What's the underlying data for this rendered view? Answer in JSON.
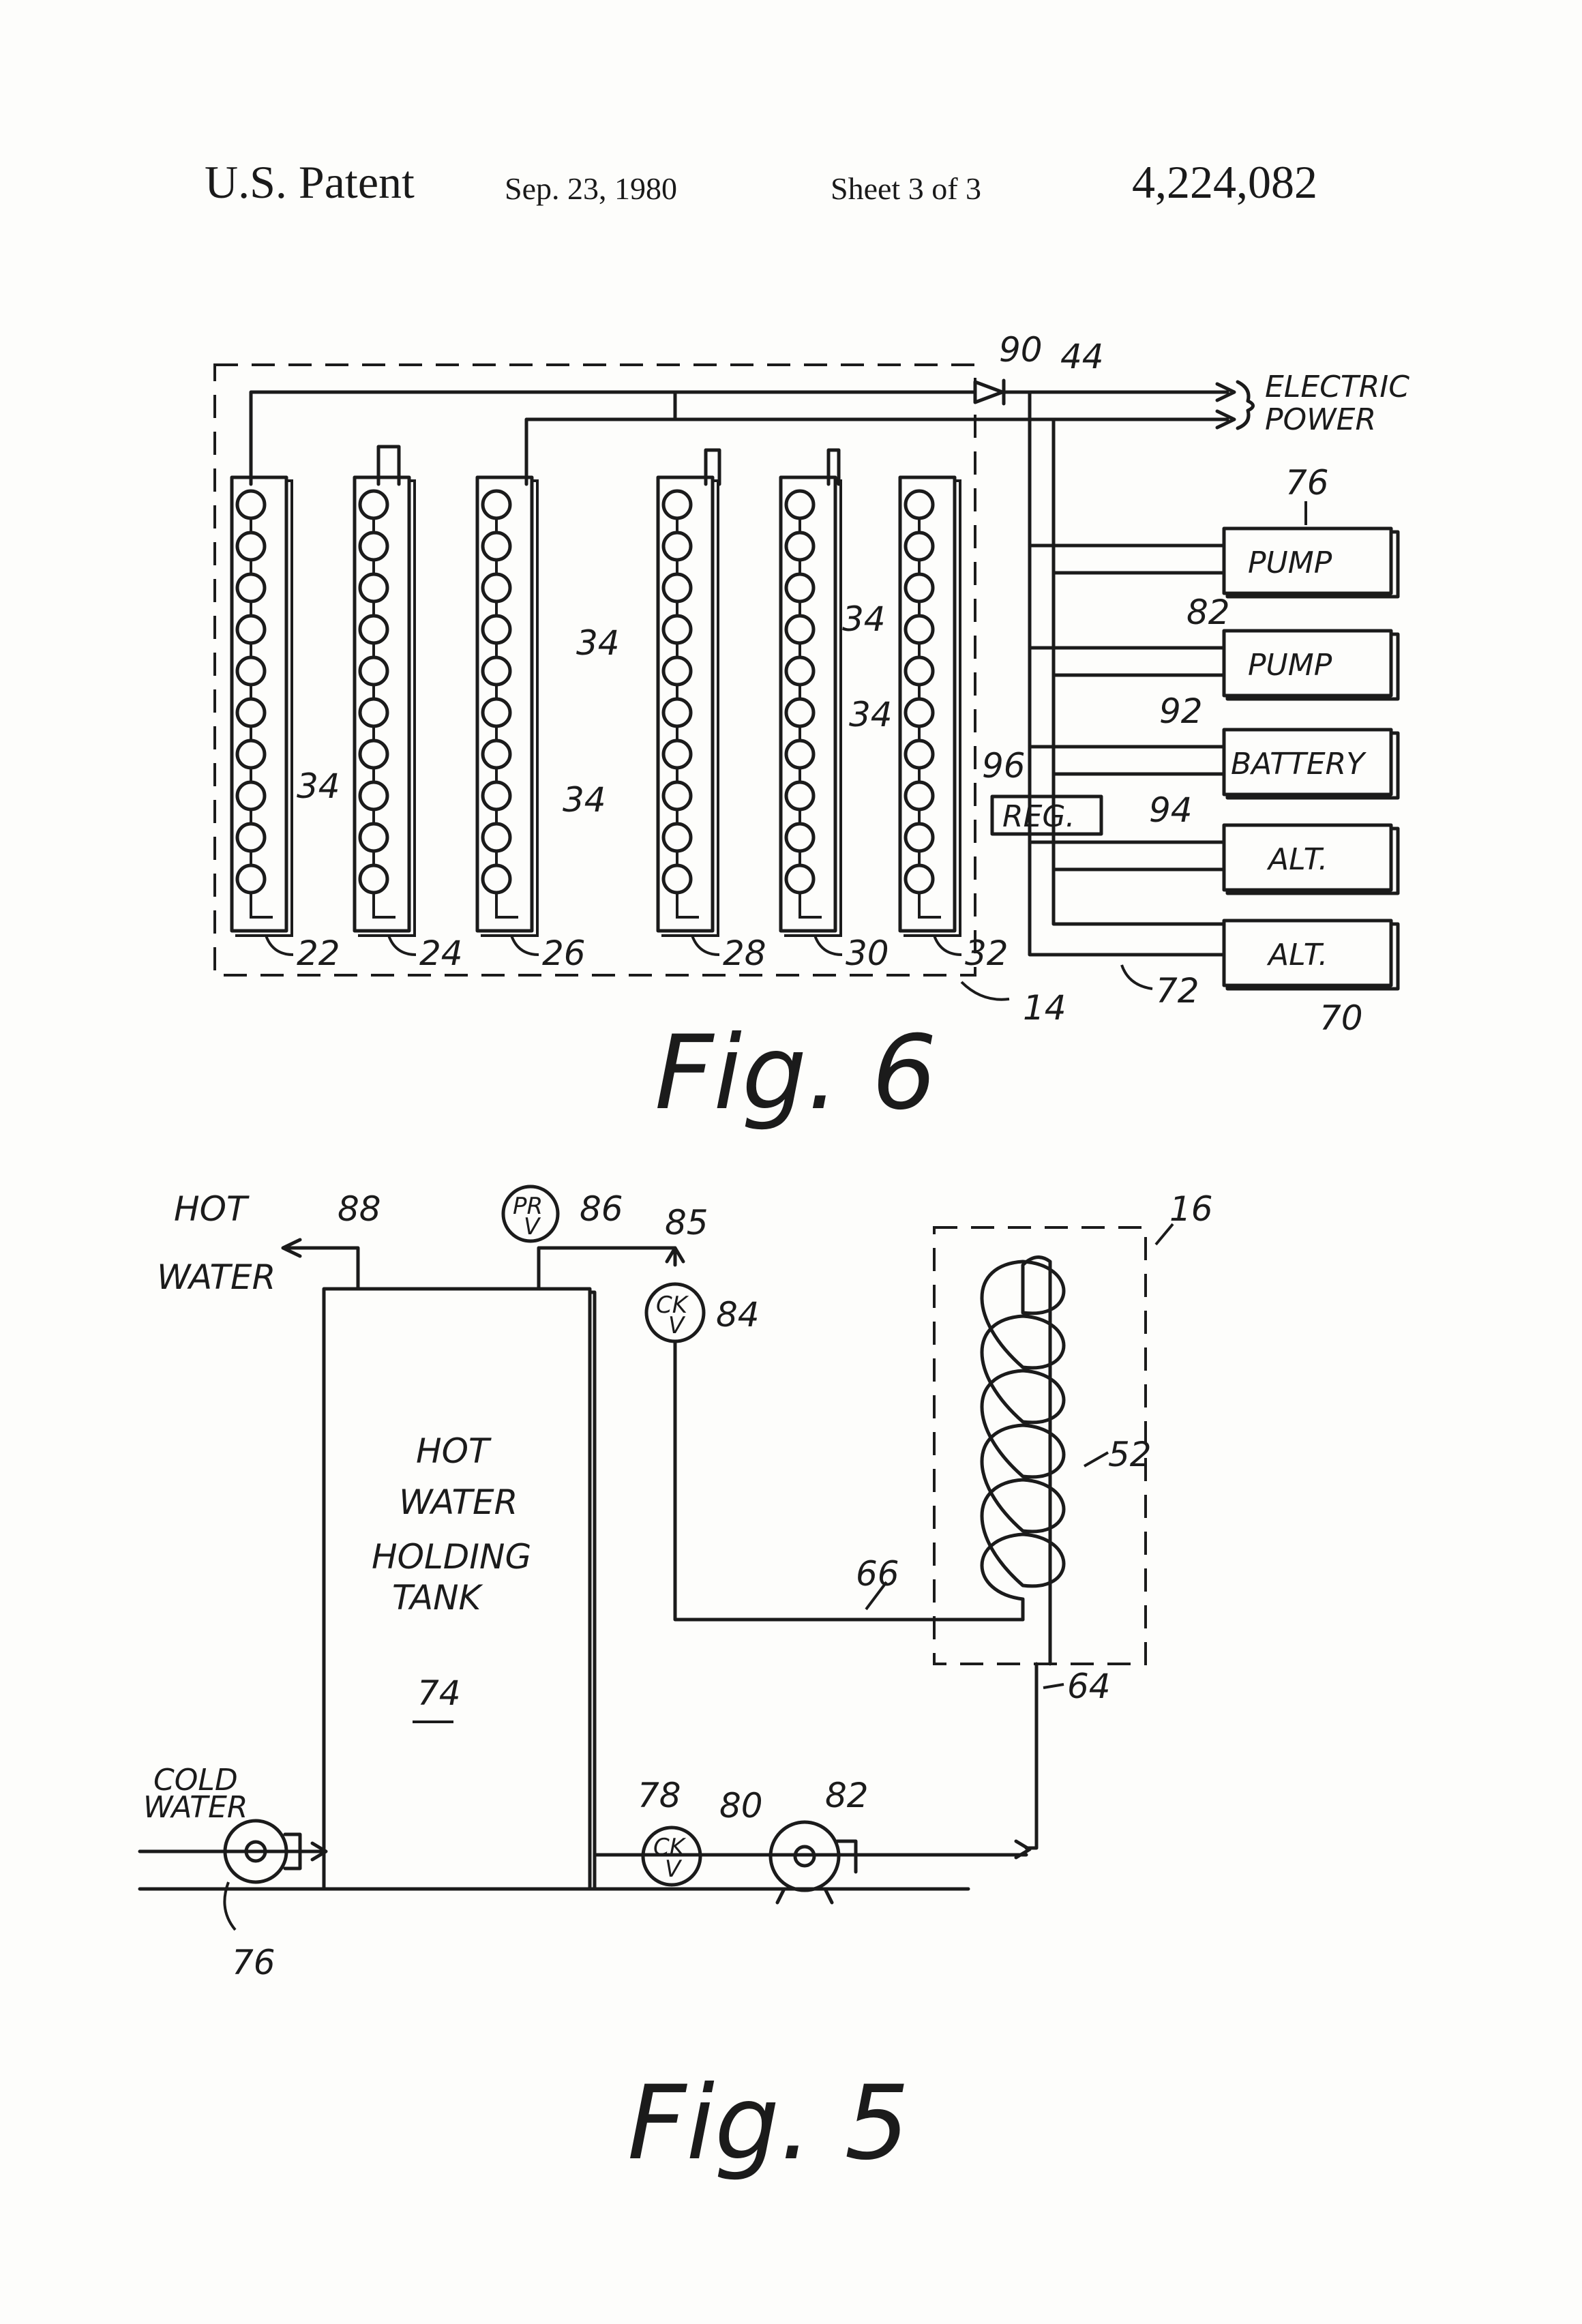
{
  "header": {
    "patent_label": "U.S. Patent",
    "date": "Sep. 23, 1980",
    "sheet": "Sheet 3 of 3",
    "patent_number": "4,224,082"
  },
  "fig6": {
    "caption": "Fig. 6",
    "output_label_line1": "ELECTRIC",
    "output_label_line2": "POWER",
    "cell_label": "34",
    "panels": [
      "22",
      "24",
      "26",
      "28",
      "30",
      "32"
    ],
    "refs": {
      "array": "14",
      "diode": "90",
      "output_node": "44",
      "lines": "72"
    },
    "components": [
      {
        "name": "PUMP",
        "ref": "76"
      },
      {
        "name": "PUMP",
        "ref": "82"
      },
      {
        "name": "BATTERY",
        "ref": "92"
      },
      {
        "name": "ALT.",
        "ref": "94"
      },
      {
        "name": "ALT.",
        "ref": "70"
      }
    ],
    "regulator": {
      "name": "REG.",
      "ref": "96"
    }
  },
  "fig5": {
    "caption": "Fig. 5",
    "tank_line1": "HOT",
    "tank_line2": "WATER",
    "tank_line3": "HOLDING",
    "tank_line4": "TANK",
    "tank_ref": "74",
    "hot_water_line1": "HOT",
    "hot_water_line2": "WATER",
    "cold_water_line1": "COLD",
    "cold_water_line2": "WATER",
    "prv_top": "PR",
    "prv_bottom": "V",
    "ckv_top": "CK",
    "ckv_bottom": "V",
    "refs": {
      "hot_outlet": "88",
      "prv": "86",
      "vent": "85",
      "check_upper": "84",
      "collector": "16",
      "coil": "52",
      "return_line": "66",
      "feed_line": "64",
      "pipe": "78",
      "check_lower": "80",
      "pump_circ": "82",
      "pump_cold": "76"
    }
  }
}
